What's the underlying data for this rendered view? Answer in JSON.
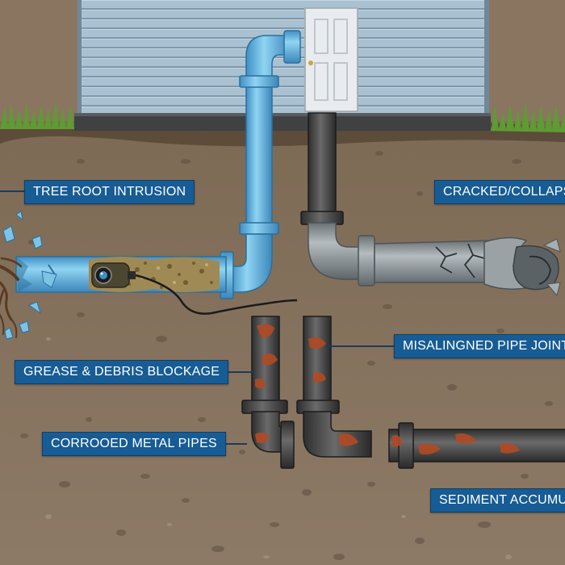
{
  "labels": {
    "tree_root": "TREE ROOT INTRUSION",
    "cracked": "CRACKED/COLLAPSED",
    "misaligned": "MISALINGNED PIPE JOINT",
    "grease": "GREASE & DEBRIS BLOCKAGE",
    "corroded": "CORROOED METAL PIPES",
    "sediment": "SEDIMENT ACCUMULATI"
  },
  "colors": {
    "label_bg": "#175c94",
    "label_text": "#ffffff",
    "siding": "#a7bfcf",
    "soil": "#8a7560",
    "grass": "#5f9b33",
    "blue_pipe": "#6bbde6",
    "black_pipe": "#4b4b4b",
    "gray_pipe": "#8e9599",
    "rust": "#b24a23"
  },
  "icons": [
    "door-icon",
    "camera-icon",
    "tree-root-icon",
    "crack-icon"
  ]
}
